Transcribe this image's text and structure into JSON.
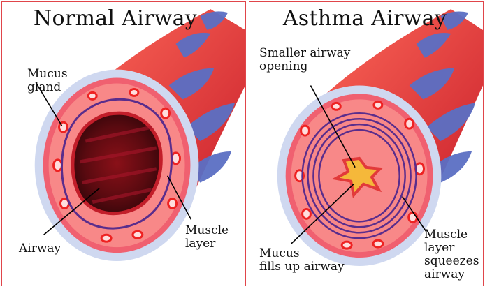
{
  "panels": [
    {
      "id": "normal",
      "title": "Normal Airway",
      "labels": {
        "mucus_gland": "Mucus\ngland",
        "airway": "Airway",
        "muscle_layer": "Muscle\nlayer"
      }
    },
    {
      "id": "asthma",
      "title": "Asthma Airway",
      "labels": {
        "smaller_opening": "Smaller airway\nopening",
        "mucus_fills": "Mucus\nfills up airway",
        "muscle_squeezes": "Muscle\nlayer\nsqueezes\nairway"
      }
    }
  ],
  "colors": {
    "border": "#e0454a",
    "tissue": "#e8414a",
    "vessel": "#4a5fb5",
    "muscle": "#5a2d8c",
    "mucus": "#f5b83a"
  }
}
